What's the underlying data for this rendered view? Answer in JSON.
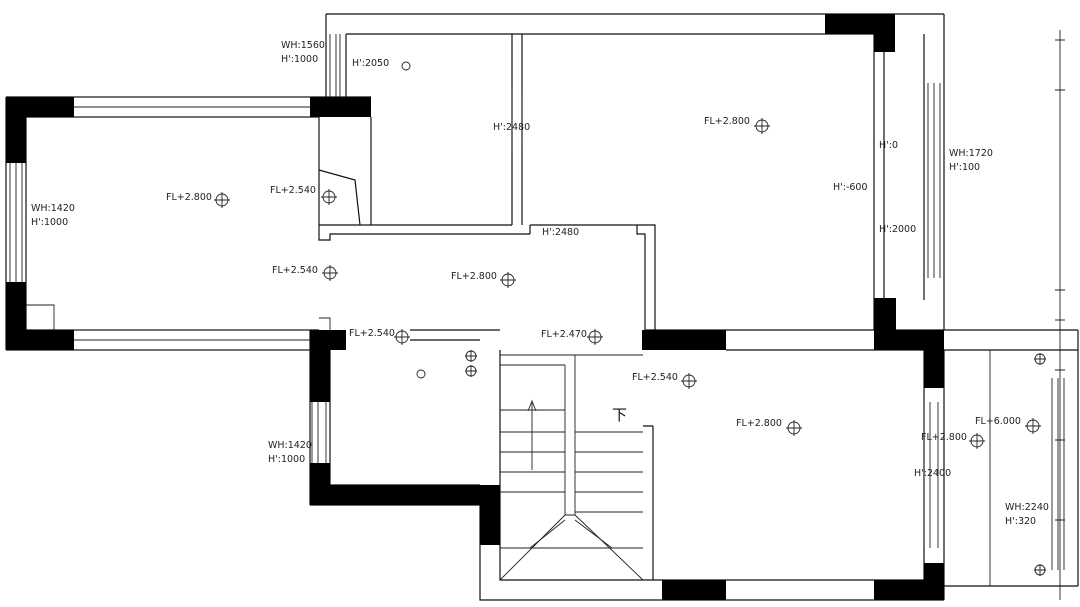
{
  "walls": {
    "corner_color": "#000000",
    "line_color": "#111111",
    "background": "#ffffff"
  },
  "window_labels": [
    {
      "name": "window-top-left",
      "wh": "WH:1560",
      "h": "H':1000"
    },
    {
      "name": "window-left",
      "wh": "WH:1420",
      "h": "H':1000"
    },
    {
      "name": "window-middle-left",
      "wh": "WH:1420",
      "h": "H':1000"
    },
    {
      "name": "window-right-upper",
      "wh": "WH:1720",
      "h": "H':100"
    },
    {
      "name": "window-right-lower",
      "wh": "WH:2240",
      "h": "H':320"
    }
  ],
  "height_marks": [
    "H':2050",
    "H':2480",
    "H':2480",
    "H':0",
    "H':-600",
    "H':2000",
    "H':2400"
  ],
  "floor_levels": [
    "FL+2.800",
    "FL+2.800",
    "FL+2.540",
    "FL+2.540",
    "FL+2.800",
    "FL+2.540",
    "FL+2.470",
    "FL+2.540",
    "FL+2.800",
    "FL+2.800",
    "FL+6.000"
  ],
  "stair_direction": "下"
}
